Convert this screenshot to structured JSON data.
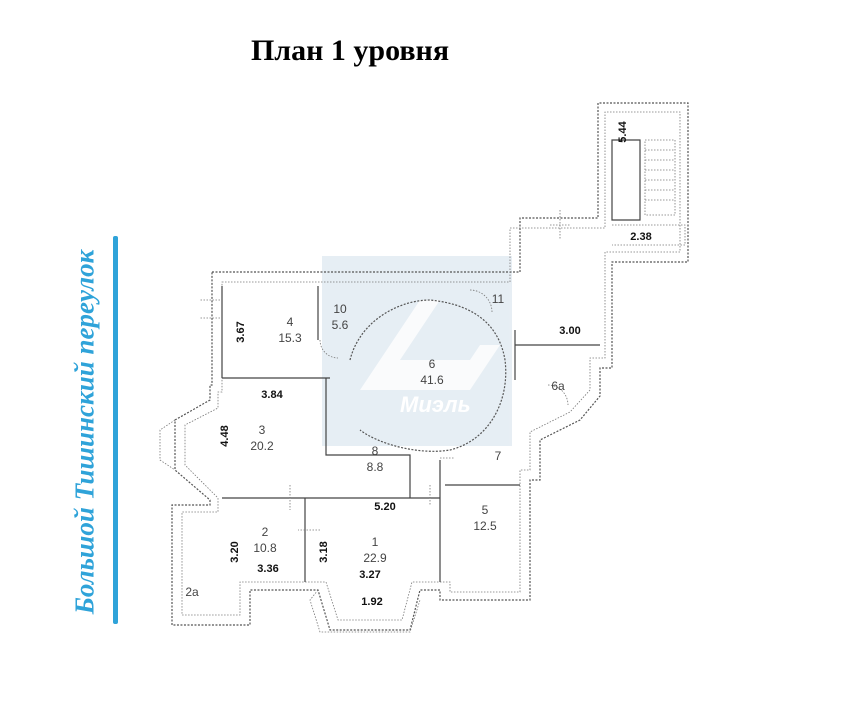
{
  "title": "План 1 уровня",
  "street_label": "Большой Тишинский переулок",
  "accent_color": "#2fa3d9",
  "watermark_text": "Миэль",
  "rooms": [
    {
      "id": "room-1",
      "number": "1",
      "area": "22.9"
    },
    {
      "id": "room-2",
      "number": "2",
      "area": "10.8"
    },
    {
      "id": "room-2a",
      "number": "2а",
      "area": ""
    },
    {
      "id": "room-3",
      "number": "3",
      "area": "20.2"
    },
    {
      "id": "room-4",
      "number": "4",
      "area": "15.3"
    },
    {
      "id": "room-5",
      "number": "5",
      "area": "12.5"
    },
    {
      "id": "room-6",
      "number": "6",
      "area": "41.6"
    },
    {
      "id": "room-6a",
      "number": "6а",
      "area": ""
    },
    {
      "id": "room-7",
      "number": "7",
      "area": ""
    },
    {
      "id": "room-8",
      "number": "8",
      "area": "8.8"
    },
    {
      "id": "room-10",
      "number": "10",
      "area": "5.6"
    },
    {
      "id": "room-11",
      "number": "11",
      "area": ""
    }
  ],
  "dimensions": [
    "5.44",
    "2.38",
    "3.00",
    "3.67",
    "3.84",
    "4.48",
    "5.20",
    "3.20",
    "3.36",
    "3.18",
    "3.27",
    "1.92"
  ]
}
